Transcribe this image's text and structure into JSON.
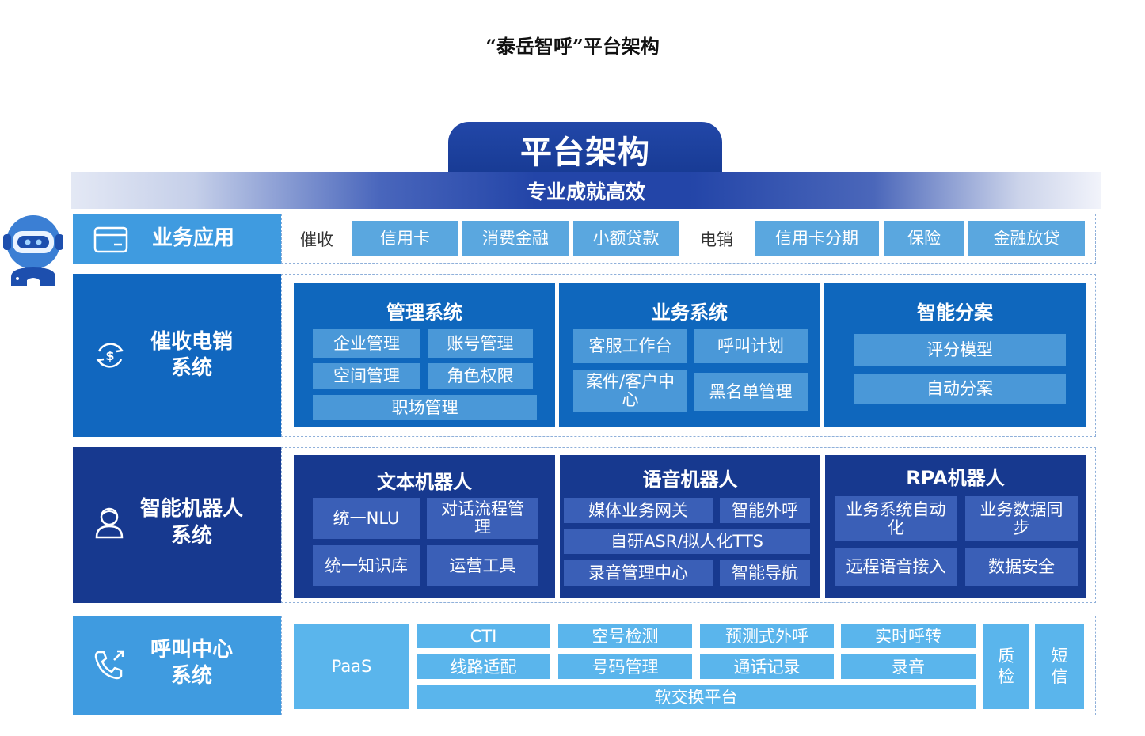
{
  "doc_title": "“泰岳智呼”平台架构",
  "header": {
    "title": "平台架构",
    "subtitle": "专业成就高效"
  },
  "colors": {
    "navy": "#17398f",
    "mid_blue": "#0f67bd",
    "light_blue": "#5ab5ec",
    "label_light": "#3f9be0",
    "label_mid": "#1167bf"
  },
  "rows": {
    "business": {
      "label": "业务应用",
      "icon": "card-icon",
      "items": [
        "催收",
        "信用卡",
        "消费金融",
        "小额贷款",
        "电销",
        "信用卡分期",
        "保险",
        "金融放贷"
      ]
    },
    "collection": {
      "label_line1": "催收电销",
      "label_line2": "系统",
      "icon": "dollar-cycle-icon",
      "panels": [
        {
          "title": "管理系统",
          "items": [
            "企业管理",
            "账号管理",
            "空间管理",
            "角色权限",
            "职场管理"
          ]
        },
        {
          "title": "业务系统",
          "items": [
            "客服工作台",
            "呼叫计划",
            "案件/客户中心",
            "黑名单管理"
          ]
        },
        {
          "title": "智能分案",
          "items": [
            "评分模型",
            "自动分案"
          ]
        }
      ]
    },
    "robots": {
      "label_line1": "智能机器人",
      "label_line2": "系统",
      "icon": "person-icon",
      "panels": [
        {
          "title": "文本机器人",
          "items": [
            "统一NLU",
            "对话流程管理",
            "统一知识库",
            "运营工具"
          ]
        },
        {
          "title": "语音机器人",
          "items": [
            "媒体业务网关",
            "智能外呼",
            "自研ASR/拟人化TTS",
            "录音管理中心",
            "智能导航"
          ]
        },
        {
          "title": "RPA机器人",
          "items": [
            "业务系统自动化",
            "业务数据同步",
            "远程语音接入",
            "数据安全"
          ]
        }
      ]
    },
    "callcenter": {
      "label_line1": "呼叫中心",
      "label_line2": "系统",
      "icon": "phone-icon",
      "paas": "PaaS",
      "grid": [
        "CTI",
        "空号检测",
        "预测式外呼",
        "实时呼转",
        "线路适配",
        "号码管理",
        "通话记录",
        "录音"
      ],
      "softswitch": "软交换平台",
      "qc": "质\n检",
      "sms": "短\n信"
    }
  }
}
